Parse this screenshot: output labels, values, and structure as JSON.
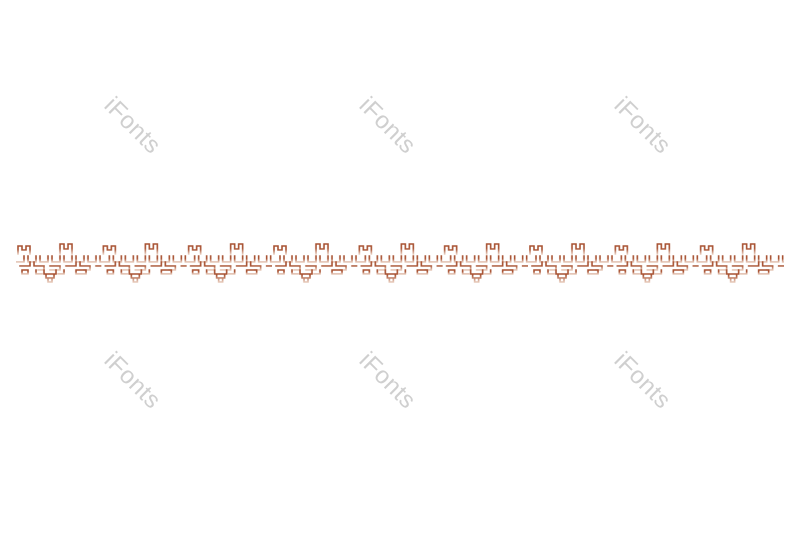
{
  "watermark": {
    "text": "iFonts",
    "color": "#cfcfcf"
  },
  "ornament": {
    "name": "lattice-border-pattern",
    "color_top": "#a85232",
    "color_bottom": "#e6c8b8",
    "repeat_units": 9
  }
}
